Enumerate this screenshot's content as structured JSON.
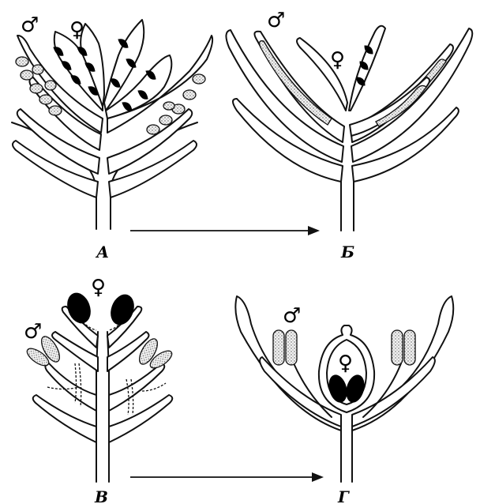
{
  "panels": [
    {
      "label": "А",
      "color_note": "A"
    },
    {
      "label": "Б"
    },
    {
      "label": "В"
    },
    {
      "label": "Г"
    }
  ],
  "symbols": {
    "male": "♂",
    "female": "♀"
  },
  "colors": {
    "ink": "#111111",
    "background": "#ffffff",
    "stipple": "#9a9a9a"
  }
}
